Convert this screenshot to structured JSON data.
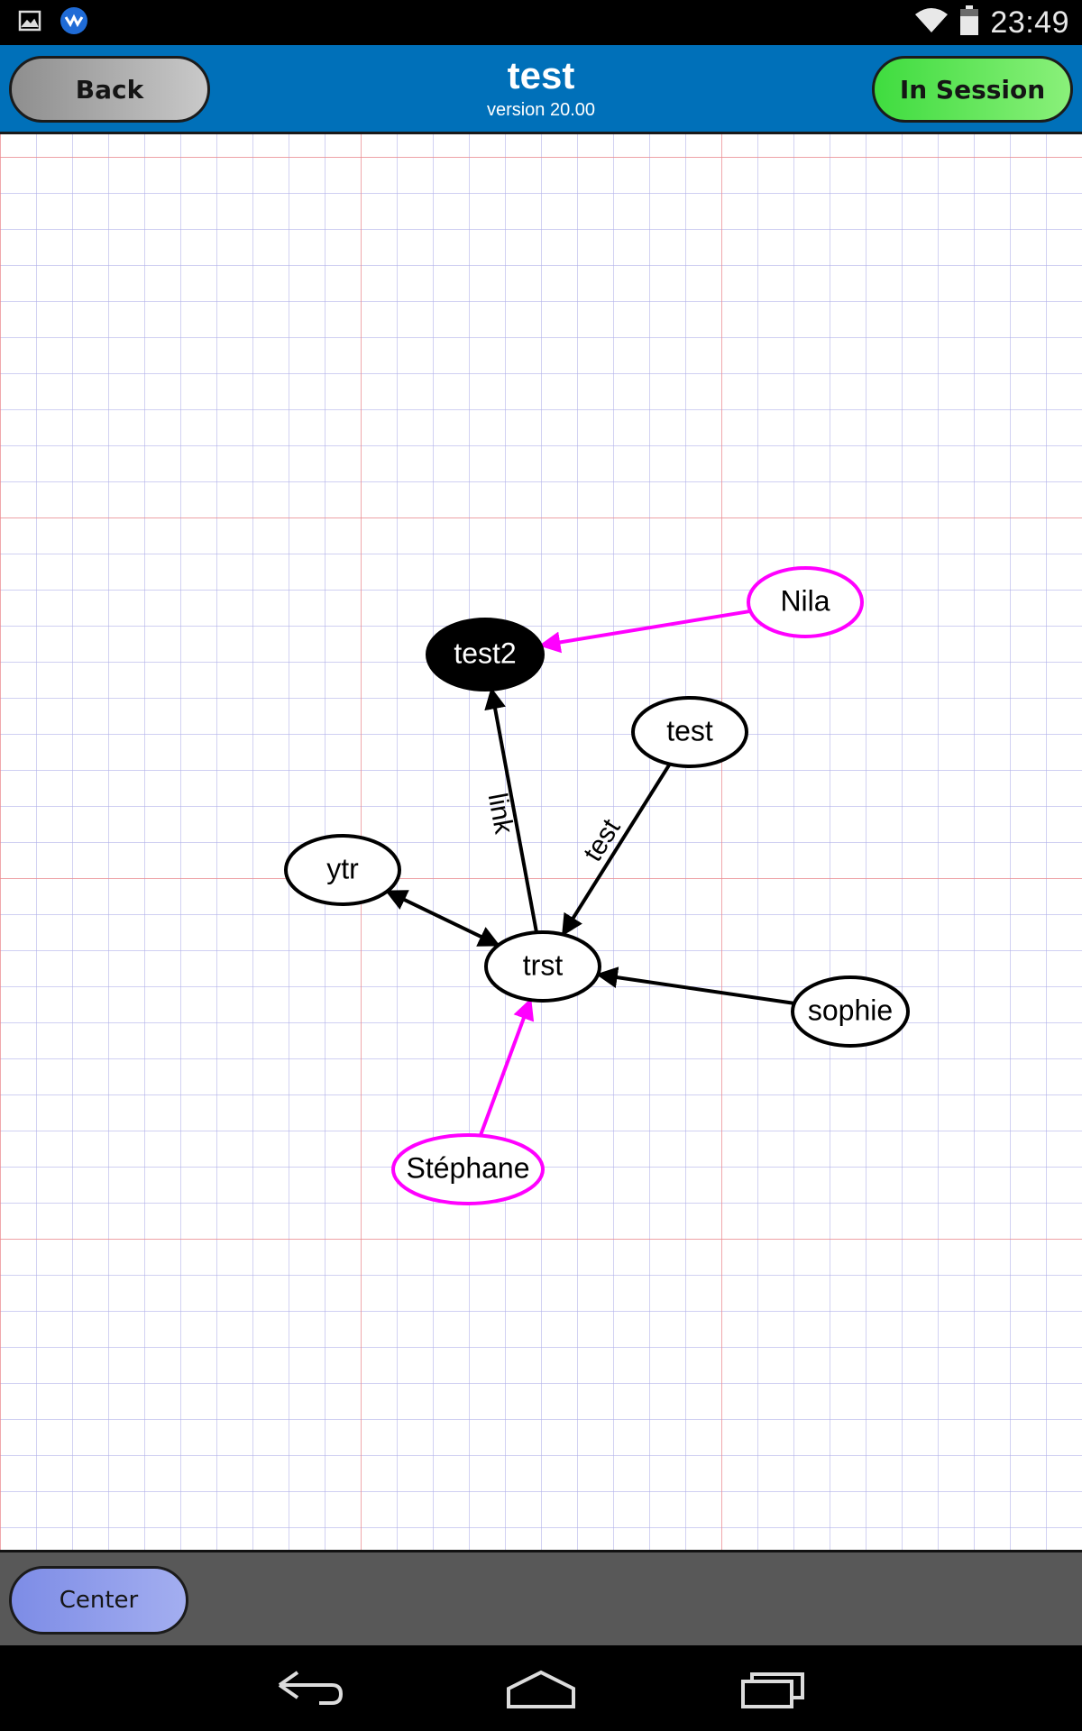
{
  "status_bar": {
    "time": "23:49",
    "icons": [
      "image-notification-icon",
      "app-notification-icon",
      "wifi-icon",
      "battery-icon"
    ]
  },
  "header": {
    "back_label": "Back",
    "title": "test",
    "version": "version 20.00",
    "session_label": "In Session"
  },
  "graph": {
    "nodes": [
      {
        "id": "test2",
        "label": "test2",
        "style": "filled"
      },
      {
        "id": "nila",
        "label": "Nila",
        "style": "magenta"
      },
      {
        "id": "test",
        "label": "test",
        "style": "normal"
      },
      {
        "id": "ytr",
        "label": "ytr",
        "style": "normal"
      },
      {
        "id": "trst",
        "label": "trst",
        "style": "normal"
      },
      {
        "id": "sophie",
        "label": "sophie",
        "style": "normal"
      },
      {
        "id": "stephane",
        "label": "Stéphane",
        "style": "magenta"
      }
    ],
    "edges": [
      {
        "from": "nila",
        "to": "test2",
        "label": "",
        "color": "#ff00ff",
        "bidirectional": false
      },
      {
        "from": "trst",
        "to": "test2",
        "label": "link",
        "color": "#000000",
        "bidirectional": false
      },
      {
        "from": "test",
        "to": "trst",
        "label": "test",
        "color": "#000000",
        "bidirectional": false
      },
      {
        "from": "ytr",
        "to": "trst",
        "label": "",
        "color": "#000000",
        "bidirectional": true
      },
      {
        "from": "sophie",
        "to": "trst",
        "label": "",
        "color": "#000000",
        "bidirectional": false
      },
      {
        "from": "stephane",
        "to": "trst",
        "label": "",
        "color": "#ff00ff",
        "bidirectional": false
      }
    ]
  },
  "footer": {
    "center_label": "Center"
  },
  "nav": {
    "icons": [
      "back-nav-icon",
      "home-nav-icon",
      "recents-nav-icon"
    ]
  },
  "colors": {
    "header_bg": "#0070b9",
    "grid_minor": "#b3b3ea",
    "grid_major": "#ef8a8a",
    "highlight": "#ff00ff",
    "session_green": "#4fe34a",
    "center_blue": "#8593e9"
  }
}
